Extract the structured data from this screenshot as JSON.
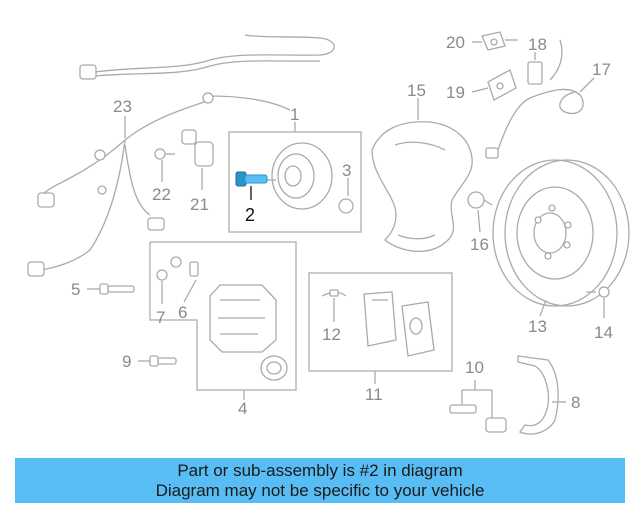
{
  "highlight_color": "#59bdf5",
  "highlight_part_color": "#2a93c9",
  "caption": {
    "line1": "Part or sub-assembly is #2 in diagram",
    "line2": "Diagram may not be specific to your vehicle"
  },
  "labels": {
    "p1": "1",
    "p2": "2",
    "p3": "3",
    "p4": "4",
    "p5": "5",
    "p6": "6",
    "p7": "7",
    "p8": "8",
    "p9": "9",
    "p10": "10",
    "p11": "11",
    "p12": "12",
    "p13": "13",
    "p14": "14",
    "p15": "15",
    "p16": "16",
    "p17": "17",
    "p18": "18",
    "p19": "19",
    "p20": "20",
    "p21": "21",
    "p22": "22",
    "p23": "23"
  }
}
